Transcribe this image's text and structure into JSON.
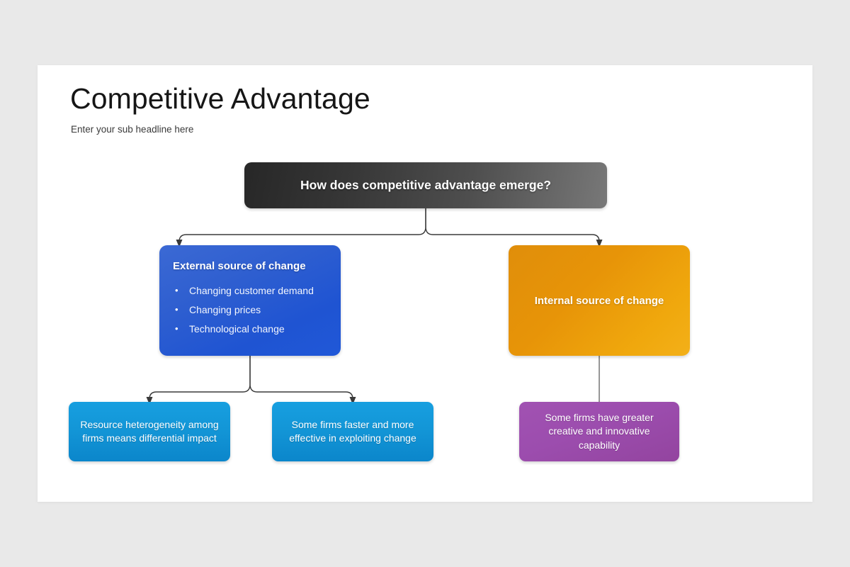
{
  "slide": {
    "title": "Competitive Advantage",
    "subtitle": "Enter your sub headline here",
    "background_color": "#e9e9e9",
    "canvas_color": "#ffffff"
  },
  "diagram": {
    "root": {
      "label": "How does competitive advantage emerge?",
      "color": "#2b2b2b",
      "color_end": "#787878"
    },
    "branches": [
      {
        "label": "External source of change",
        "color": "#2059d6",
        "bullets": [
          "Changing customer demand",
          "Changing prices",
          "Technological change"
        ]
      },
      {
        "label": "Internal source of change",
        "label_line_1": "Internal source of",
        "label_line_2": "change",
        "color": "#eb9b0a",
        "bullets": []
      }
    ],
    "leaves": [
      {
        "label": "Resource heterogeneity among firms means differential impact",
        "color": "#1396d7"
      },
      {
        "label": "Some firms faster and more effective in exploiting change",
        "color": "#1396d7"
      },
      {
        "label": "Some firms have greater creative and innovative capability",
        "color": "#9c4dae"
      }
    ],
    "connector_color": "#3a3a3a",
    "connector_plain_color": "#8a8a8a"
  }
}
